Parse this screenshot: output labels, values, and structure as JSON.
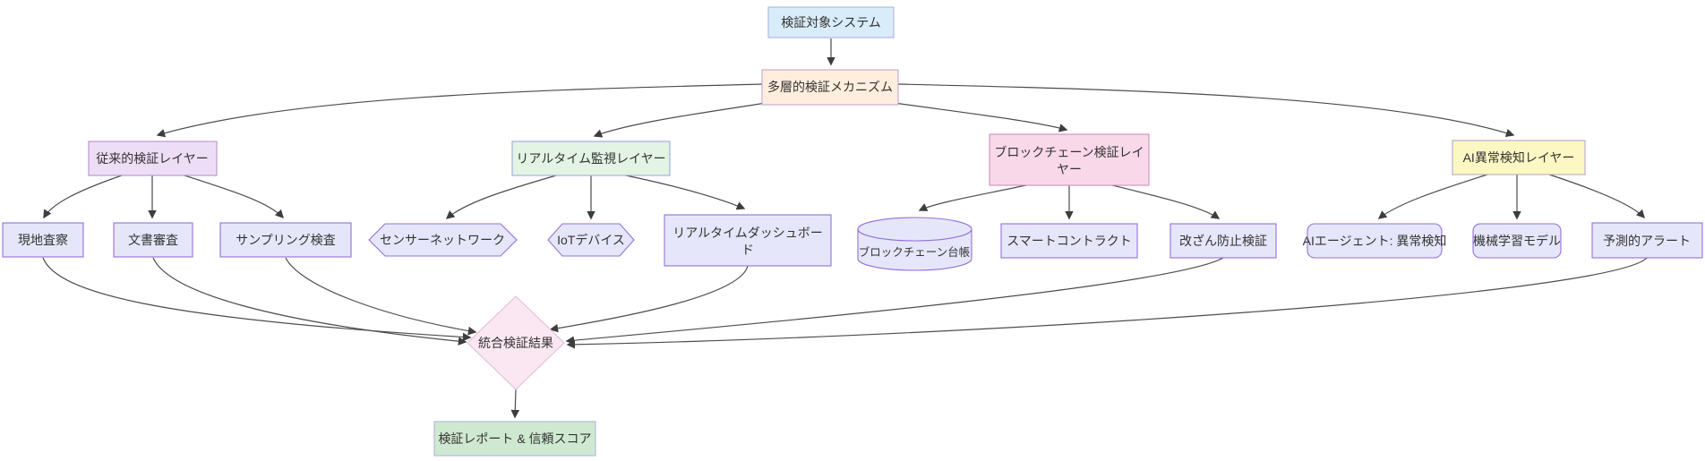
{
  "diagram": {
    "type": "flowchart",
    "direction": "top-down",
    "background": "#ffffff",
    "edge_color": "#4c4c4c",
    "text_color": "#333333"
  },
  "nodes": {
    "system": {
      "label": "検証対象システム",
      "shape": "rect",
      "fill": "#d8ecfa",
      "stroke": "#a9b6dd"
    },
    "mechanism": {
      "label": "多層的検証メカニズム",
      "shape": "rect",
      "fill": "#ffeedd",
      "stroke": "#c3a6cf"
    },
    "traditional_layer": {
      "label": "従来的検証レイヤー",
      "shape": "rect",
      "fill": "#eeddf6",
      "stroke": "#b592cc"
    },
    "onsite": {
      "label": "現地査察",
      "shape": "rect",
      "fill": "#e6e6fa",
      "stroke": "#9370db"
    },
    "document": {
      "label": "文書審査",
      "shape": "rect",
      "fill": "#e6e6fa",
      "stroke": "#9370db"
    },
    "sampling": {
      "label": "サンプリング検査",
      "shape": "rect",
      "fill": "#e6e6fa",
      "stroke": "#9370db"
    },
    "realtime_layer": {
      "label": "リアルタイム監視レイヤー",
      "shape": "rect",
      "fill": "#e3f3e4",
      "stroke": "#9fa8da"
    },
    "sensor": {
      "label": "センサーネットワーク",
      "shape": "hexagon",
      "fill": "#e6e6fa",
      "stroke": "#9370db"
    },
    "iot": {
      "label": "IoTデバイス",
      "shape": "hexagon",
      "fill": "#e6e6fa",
      "stroke": "#9370db"
    },
    "dashboard": {
      "label": "リアルタイムダッシュボード",
      "lines": [
        "リアルタイムダッシュボー",
        "ド"
      ],
      "shape": "rect",
      "fill": "#e6e6fa",
      "stroke": "#9370db"
    },
    "blockchain_layer": {
      "label": "ブロックチェーン検証レイヤー",
      "lines": [
        "ブロックチェーン検証レイ",
        "ヤー"
      ],
      "shape": "rect",
      "fill": "#f9d9e9",
      "stroke": "#cb8fbc"
    },
    "ledger": {
      "label": "ブロックチェーン台帳",
      "shape": "cylinder",
      "fill": "#e6e6fa",
      "stroke": "#9370db"
    },
    "smart_contract": {
      "label": "スマートコントラクト",
      "shape": "rect",
      "fill": "#e6e6fa",
      "stroke": "#9370db"
    },
    "tamper": {
      "label": "改ざん防止検証",
      "shape": "rect",
      "fill": "#e6e6fa",
      "stroke": "#9370db"
    },
    "ai_layer": {
      "label": "AI異常検知レイヤー",
      "shape": "rect",
      "fill": "#fdf7c3",
      "stroke": "#b3a8c6"
    },
    "ai_agent": {
      "label": "AIエージェント: 異常検知",
      "shape": "rounded",
      "fill": "#e6e6fa",
      "stroke": "#9370db"
    },
    "ml_model": {
      "label": "機械学習モデル",
      "shape": "rounded",
      "fill": "#e6e6fa",
      "stroke": "#9370db"
    },
    "predictive": {
      "label": "予測的アラート",
      "shape": "rect",
      "fill": "#e6e6fa",
      "stroke": "#9370db"
    },
    "result": {
      "label": "統合検証結果",
      "shape": "diamond",
      "fill": "#fbe7f1",
      "stroke": "#dfc0d8"
    },
    "report": {
      "label": "検証レポート & 信頼スコア",
      "shape": "rect",
      "fill": "#cfe9d1",
      "stroke": "#a8b7d8"
    }
  },
  "edges": [
    [
      "system",
      "mechanism"
    ],
    [
      "mechanism",
      "traditional_layer"
    ],
    [
      "mechanism",
      "realtime_layer"
    ],
    [
      "mechanism",
      "blockchain_layer"
    ],
    [
      "mechanism",
      "ai_layer"
    ],
    [
      "traditional_layer",
      "onsite"
    ],
    [
      "traditional_layer",
      "document"
    ],
    [
      "traditional_layer",
      "sampling"
    ],
    [
      "realtime_layer",
      "sensor"
    ],
    [
      "realtime_layer",
      "iot"
    ],
    [
      "realtime_layer",
      "dashboard"
    ],
    [
      "blockchain_layer",
      "ledger"
    ],
    [
      "blockchain_layer",
      "smart_contract"
    ],
    [
      "blockchain_layer",
      "tamper"
    ],
    [
      "ai_layer",
      "ai_agent"
    ],
    [
      "ai_layer",
      "ml_model"
    ],
    [
      "ai_layer",
      "predictive"
    ],
    [
      "onsite",
      "result"
    ],
    [
      "document",
      "result"
    ],
    [
      "sampling",
      "result"
    ],
    [
      "dashboard",
      "result"
    ],
    [
      "tamper",
      "result"
    ],
    [
      "predictive",
      "result"
    ],
    [
      "result",
      "report"
    ]
  ]
}
